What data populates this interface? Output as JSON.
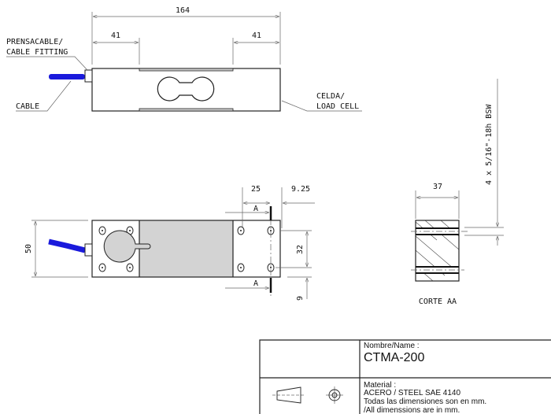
{
  "top_view": {
    "dim_overall": "164",
    "dim_left": "41",
    "dim_right": "41",
    "label_fitting_1": "PRENSACABLE/",
    "label_fitting_2": "CABLE FITTING",
    "label_cable": "CABLE",
    "label_cell_1": "CELDA/",
    "label_cell_2": "LOAD CELL",
    "thread_note": "4 x 5/16\"-18h BSW"
  },
  "bottom_view": {
    "dim_height": "50",
    "dim_hole_spacing": "32",
    "dim_edge": "9",
    "dim_25": "25",
    "dim_925": "9.25",
    "section_mark": "A"
  },
  "section_view": {
    "dim_width": "37",
    "title": "CORTE AA"
  },
  "title_block": {
    "name_label": "Nombre/Name :",
    "name_value": "CTMA-200",
    "material_label": "Material :",
    "material_value": "ACERO / STEEL SAE 4140",
    "note_es": "Todas las dimensiones son en mm.",
    "note_en": "/All dimenssions are in mm."
  },
  "colors": {
    "cable": "#1a1adc",
    "gauge_fill": "#d3d3d3"
  }
}
